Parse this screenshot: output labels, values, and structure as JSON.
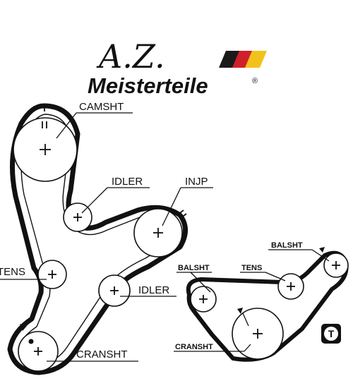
{
  "logo": {
    "script_text": "A.Z.",
    "brand_text": "Meisterteile",
    "registered_mark": "®",
    "stripe_colors": [
      "#1a1a1a",
      "#d0202a",
      "#f2c21a"
    ]
  },
  "main_diagram": {
    "labels": {
      "camshaft": "CAMSHT",
      "idler_upper": "IDLER",
      "injection_pump": "INJP",
      "tensioner": "TENS",
      "idler_lower": "IDLER",
      "crankshaft": "CRANSHT"
    }
  },
  "balance_diagram": {
    "labels": {
      "balance_shaft_left": "BALSHT",
      "tensioner": "TENS",
      "balance_shaft_right": "BALSHT",
      "crankshaft": "CRANSHT"
    },
    "badge_letter": "T"
  }
}
